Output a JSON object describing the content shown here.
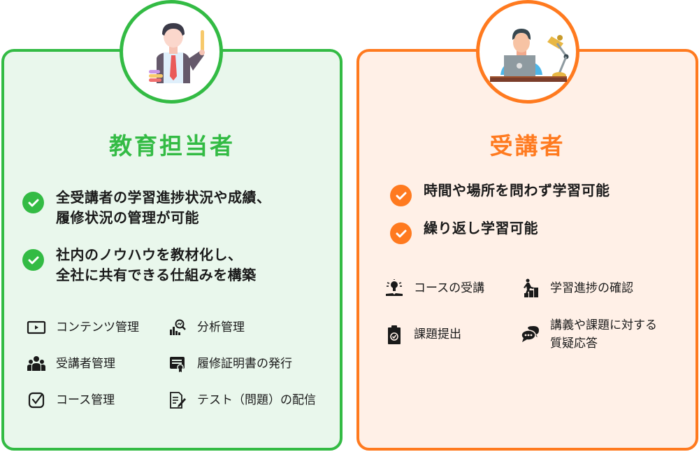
{
  "colors": {
    "green": "#33bb44",
    "green_bg": "#e9f7ec",
    "orange": "#ff7a1f",
    "orange_bg": "#fff0e7",
    "text": "#1a1a1a"
  },
  "left_card": {
    "avatar_icon": "teacher-with-pointer-icon",
    "title": "教育担当者",
    "checks": [
      {
        "line1": "全受講者の学習進捗状況や成績、",
        "line2": "履修状況の管理が可能"
      },
      {
        "line1": "社内のノウハウを教材化し、",
        "line2": "全社に共有できる仕組みを構築"
      }
    ],
    "features": [
      {
        "icon": "video-play-icon",
        "label": "コンテンツ管理"
      },
      {
        "icon": "analytics-magnifier-icon",
        "label": "分析管理"
      },
      {
        "icon": "users-group-icon",
        "label": "受講者管理"
      },
      {
        "icon": "certificate-icon",
        "label": "履修証明書の発行"
      },
      {
        "icon": "checkbox-icon",
        "label": "コース管理"
      },
      {
        "icon": "document-edit-icon",
        "label": "テスト（問題）の配信"
      }
    ]
  },
  "right_card": {
    "avatar_icon": "student-with-laptop-icon",
    "title": "受講者",
    "checks": [
      {
        "line1": "時間や場所を問わず学習可能"
      },
      {
        "line1": "繰り返し学習可能"
      }
    ],
    "features": [
      {
        "icon": "lightbulb-book-icon",
        "label": "コースの受講"
      },
      {
        "icon": "progress-steps-icon",
        "label": "学習進捗の確認"
      },
      {
        "icon": "clipboard-check-icon",
        "label": "課題提出"
      },
      {
        "icon": "chat-bubbles-icon",
        "line1": "講義や課題に対する",
        "line2": "質疑応答"
      }
    ]
  }
}
